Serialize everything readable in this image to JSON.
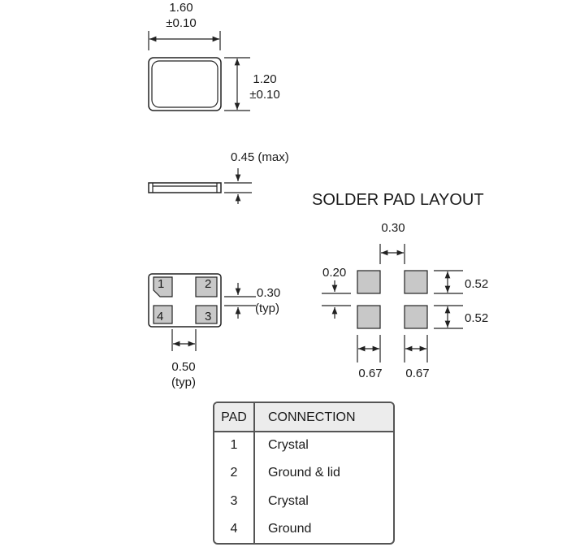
{
  "top_view": {
    "width_nominal": "1.60",
    "width_tol": "±0.10",
    "height_nominal": "1.20",
    "height_tol": "±0.10"
  },
  "side_view": {
    "thickness": "0.45 (max)"
  },
  "bottom_view": {
    "pads": [
      "1",
      "2",
      "3",
      "4"
    ],
    "gap_label": "0.30",
    "gap_note": "(typ)",
    "width_label": "0.50",
    "width_note": "(typ)"
  },
  "solder_pad_layout": {
    "title": "SOLDER PAD LAYOUT",
    "h_gap": "0.30",
    "v_gap": "0.20",
    "pad_height_top": "0.52",
    "pad_height_bottom": "0.52",
    "pad_width_left": "0.67",
    "pad_width_right": "0.67"
  },
  "pad_table": {
    "headers": [
      "PAD",
      "CONNECTION"
    ],
    "rows": [
      {
        "pad": "1",
        "connection": "Crystal"
      },
      {
        "pad": "2",
        "connection": "Ground & lid"
      },
      {
        "pad": "3",
        "connection": "Crystal"
      },
      {
        "pad": "4",
        "connection": "Ground"
      }
    ]
  },
  "colors": {
    "pad_fill": "#c8c8c8",
    "line": "#222222",
    "table_header": "#ececec"
  }
}
